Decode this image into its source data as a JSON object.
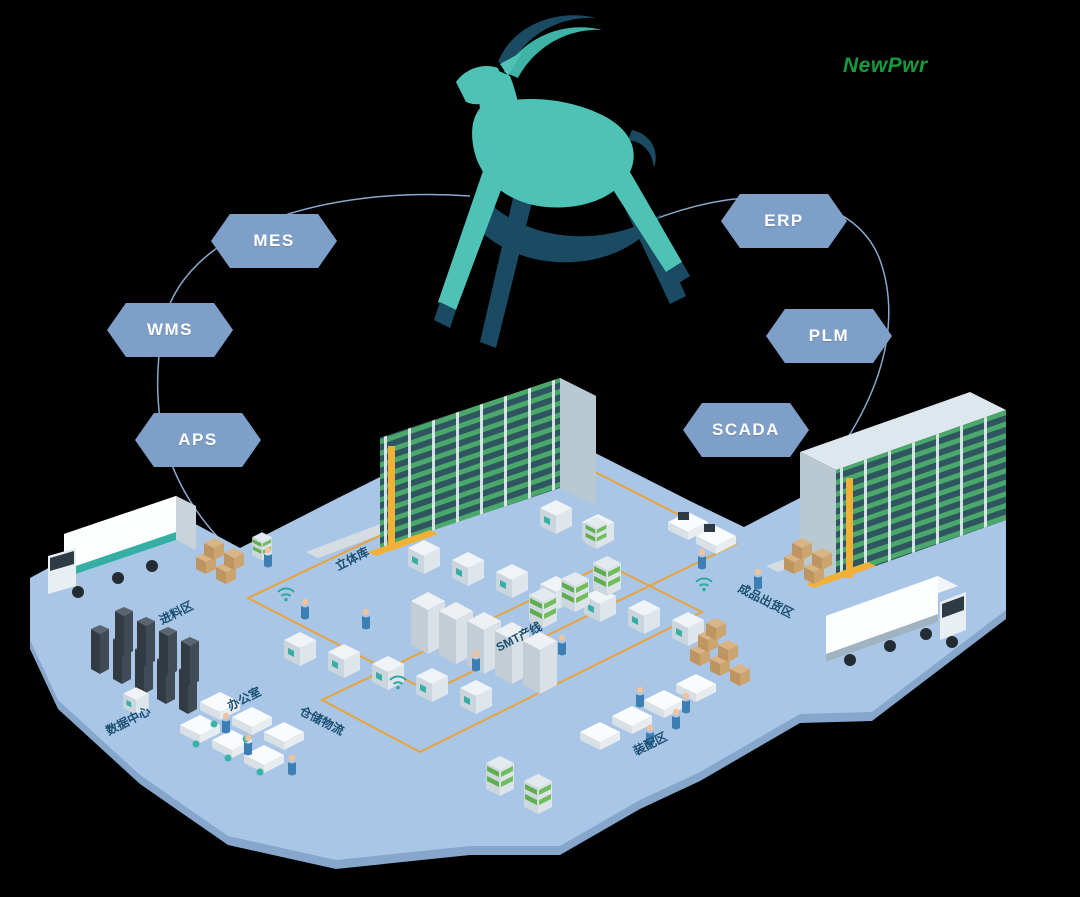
{
  "logo": {
    "text": "NewPwr"
  },
  "badges": [
    {
      "id": "mes",
      "label": "MES"
    },
    {
      "id": "wms",
      "label": "WMS"
    },
    {
      "id": "aps",
      "label": "APS"
    },
    {
      "id": "erp",
      "label": "ERP"
    },
    {
      "id": "plm",
      "label": "PLM"
    },
    {
      "id": "scada",
      "label": "SCADA"
    }
  ],
  "areas": [
    {
      "id": "incoming",
      "label": "进料区"
    },
    {
      "id": "asrs-left",
      "label": "立体库"
    },
    {
      "id": "smt-line",
      "label": "SMT产线"
    },
    {
      "id": "data-center",
      "label": "数据中心"
    },
    {
      "id": "office",
      "label": "办公室"
    },
    {
      "id": "logistics",
      "label": "仓储物流"
    },
    {
      "id": "assembly",
      "label": "装配区"
    },
    {
      "id": "outgoing",
      "label": "成品出货区"
    }
  ],
  "colors": {
    "badge": "#7E9FC8",
    "badge_text": "#FFFFFF",
    "platform": "#A9C6E6",
    "antelope_teal": "#4EC3B5",
    "antelope_navy": "#1B4B63",
    "logo_green": "#159A3C",
    "conveyor_line": "#E8A33C",
    "area_label": "#1B4F72"
  }
}
